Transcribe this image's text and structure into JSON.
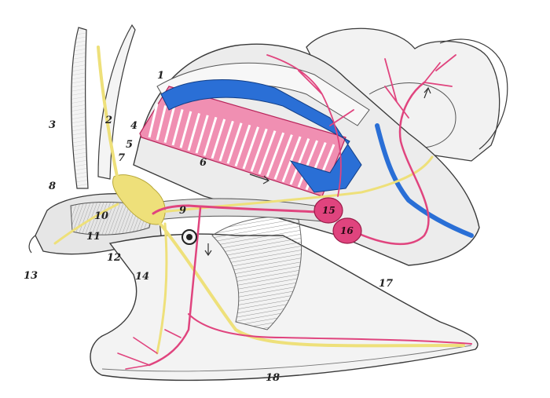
{
  "colors": {
    "artery": "#e0447e",
    "artery_dark": "#b8245a",
    "vein": "#2a6fd6",
    "nerve": "#eee07a",
    "nerve_edge": "#b8a83a",
    "ink": "#3a3a3a",
    "fill_light": "#e9e9e9",
    "fill_mid": "#cfcfcf"
  },
  "labels": [
    {
      "id": "1",
      "text": "1"
    },
    {
      "id": "2",
      "text": "2"
    },
    {
      "id": "3",
      "text": "3"
    },
    {
      "id": "4",
      "text": "4"
    },
    {
      "id": "5",
      "text": "5"
    },
    {
      "id": "6",
      "text": "6"
    },
    {
      "id": "7",
      "text": "7"
    },
    {
      "id": "8",
      "text": "8"
    },
    {
      "id": "9",
      "text": "9"
    },
    {
      "id": "10",
      "text": "10"
    },
    {
      "id": "11",
      "text": "11"
    },
    {
      "id": "12",
      "text": "12"
    },
    {
      "id": "13",
      "text": "13"
    },
    {
      "id": "14",
      "text": "14"
    },
    {
      "id": "15",
      "text": "15"
    },
    {
      "id": "16",
      "text": "16"
    },
    {
      "id": "17",
      "text": "17"
    },
    {
      "id": "18",
      "text": "18"
    }
  ]
}
